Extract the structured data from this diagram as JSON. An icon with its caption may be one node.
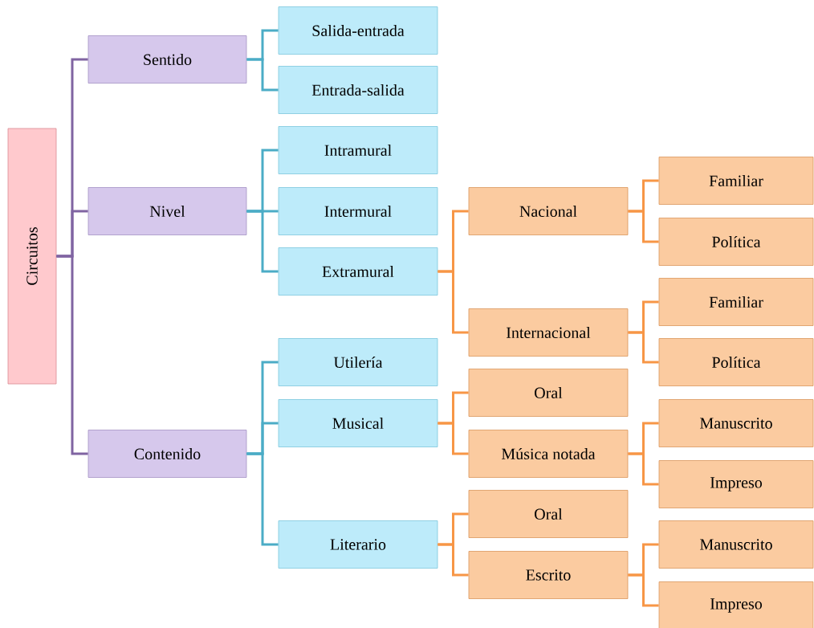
{
  "diagram": {
    "nodes": [
      {
        "text": [
          "Circuitos"
        ]
      },
      {
        "text": [
          "Sentido"
        ]
      },
      {
        "text": [
          "Salida-entrada"
        ]
      },
      {
        "text": [
          "Entrada-salida"
        ]
      },
      {
        "text": [
          "Nivel"
        ]
      },
      {
        "text": [
          "Intramural"
        ]
      },
      {
        "text": [
          "Intermural"
        ]
      },
      {
        "text": [
          "Extramural"
        ]
      },
      {
        "text": [
          "Nacional"
        ]
      },
      {
        "text": [
          "Familiar"
        ]
      },
      {
        "text": [
          "Política"
        ]
      },
      {
        "text": [
          "Internacional"
        ]
      },
      {
        "text": [
          "Familiar"
        ]
      },
      {
        "text": [
          "Política"
        ]
      },
      {
        "text": [
          "Contenido"
        ]
      },
      {
        "text": [
          "Utilería"
        ]
      },
      {
        "text": [
          "Musical"
        ]
      },
      {
        "text": [
          "Oral"
        ]
      },
      {
        "text": [
          "Música notada"
        ]
      },
      {
        "text": [
          "Manuscrito"
        ]
      },
      {
        "text": [
          "Impreso"
        ]
      },
      {
        "text": [
          "Literario"
        ]
      },
      {
        "text": [
          "Oral"
        ]
      },
      {
        "text": [
          "Escrito"
        ]
      },
      {
        "text": [
          "Manuscrito"
        ]
      },
      {
        "text": [
          "Impreso"
        ]
      }
    ],
    "edges": [
      {
        "from": 0,
        "to": 1,
        "arrow": "none",
        "color": "#8064a2"
      },
      {
        "from": 0,
        "to": 4,
        "arrow": "none",
        "color": "#8064a2"
      },
      {
        "from": 0,
        "to": 14,
        "arrow": "none",
        "color": "#8064a2"
      },
      {
        "from": 1,
        "to": 2,
        "arrow": "none",
        "color": "#4bacc6"
      },
      {
        "from": 1,
        "to": 3,
        "arrow": "none",
        "color": "#4bacc6"
      },
      {
        "from": 4,
        "to": 5,
        "arrow": "none",
        "color": "#4bacc6"
      },
      {
        "from": 4,
        "to": 6,
        "arrow": "none",
        "color": "#4bacc6"
      },
      {
        "from": 4,
        "to": 7,
        "arrow": "none",
        "color": "#4bacc6"
      },
      {
        "from": 7,
        "to": 8,
        "arrow": "none"
      },
      {
        "from": 7,
        "to": 11,
        "arrow": "none"
      },
      {
        "from": 8,
        "to": 9,
        "arrow": "none"
      },
      {
        "from": 8,
        "to": 10,
        "arrow": "none"
      },
      {
        "from": 11,
        "to": 12,
        "arrow": "none"
      },
      {
        "from": 11,
        "to": 13,
        "arrow": "none"
      },
      {
        "from": 14,
        "to": 15,
        "arrow": "none",
        "color": "#4bacc6"
      },
      {
        "from": 14,
        "to": 16,
        "arrow": "none",
        "color": "#4bacc6"
      },
      {
        "from": 14,
        "to": 21,
        "arrow": "none",
        "color": "#4bacc6"
      },
      {
        "from": 16,
        "to": 17,
        "arrow": "none"
      },
      {
        "from": 16,
        "to": 18,
        "arrow": "none"
      },
      {
        "from": 18,
        "to": 19,
        "arrow": "none"
      },
      {
        "from": 18,
        "to": 20,
        "arrow": "none"
      },
      {
        "from": 21,
        "to": 22,
        "arrow": "none"
      },
      {
        "from": 21,
        "to": 23,
        "arrow": "none"
      },
      {
        "from": 23,
        "to": 24,
        "arrow": "none"
      },
      {
        "from": 23,
        "to": 25,
        "arrow": "none"
      }
    ]
  }
}
